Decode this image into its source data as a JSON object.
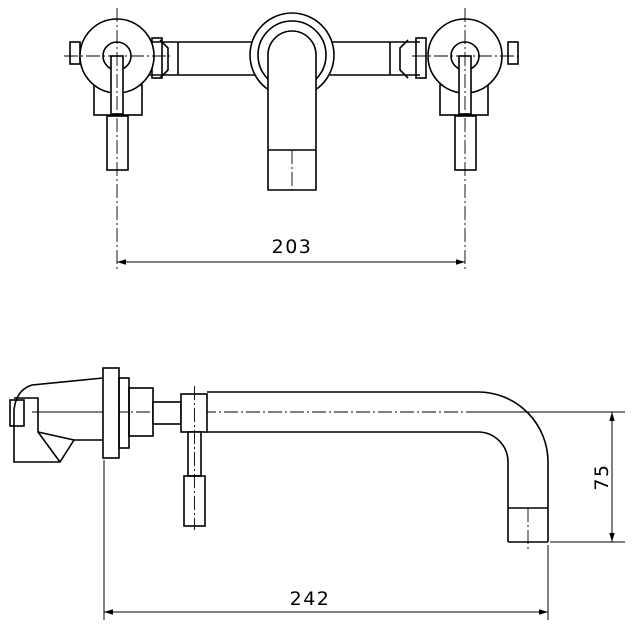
{
  "dimensions": {
    "top_width": "203",
    "side_length": "242",
    "side_height": "75"
  }
}
